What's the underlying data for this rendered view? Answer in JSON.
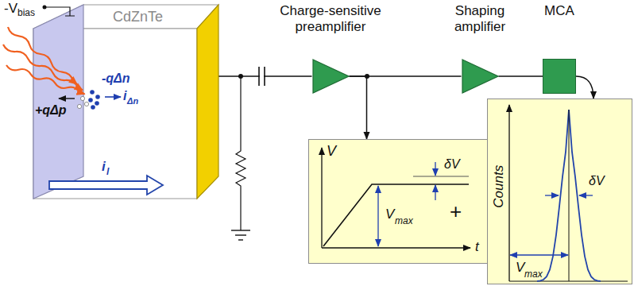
{
  "diagram": {
    "nodes": [
      {
        "text": [
          "CdZnTe"
        ]
      },
      {
        "text": [
          "Charge-sensitive preamplifier"
        ]
      },
      {
        "text": [
          "Shaping amplifier"
        ]
      },
      {
        "text": [
          "MCA"
        ]
      },
      {
        "text": [
          "V",
          "δV",
          "V",
          "max",
          "t",
          "+"
        ]
      },
      {
        "text": [
          "Counts",
          "δV",
          "V",
          "max"
        ]
      }
    ],
    "edges": [
      {
        "from": 0,
        "to": 1,
        "arrow": "none"
      },
      {
        "from": 1,
        "to": 2,
        "arrow": "none"
      },
      {
        "from": 2,
        "to": 3,
        "arrow": "none"
      },
      {
        "from": 1,
        "to": 4,
        "arrow": "to"
      },
      {
        "from": 3,
        "to": 5,
        "arrow": "to"
      }
    ],
    "labels": [
      "-V",
      "bias",
      "+qΔp",
      "-qΔn",
      "i",
      "Δn",
      "i",
      "l"
    ]
  }
}
